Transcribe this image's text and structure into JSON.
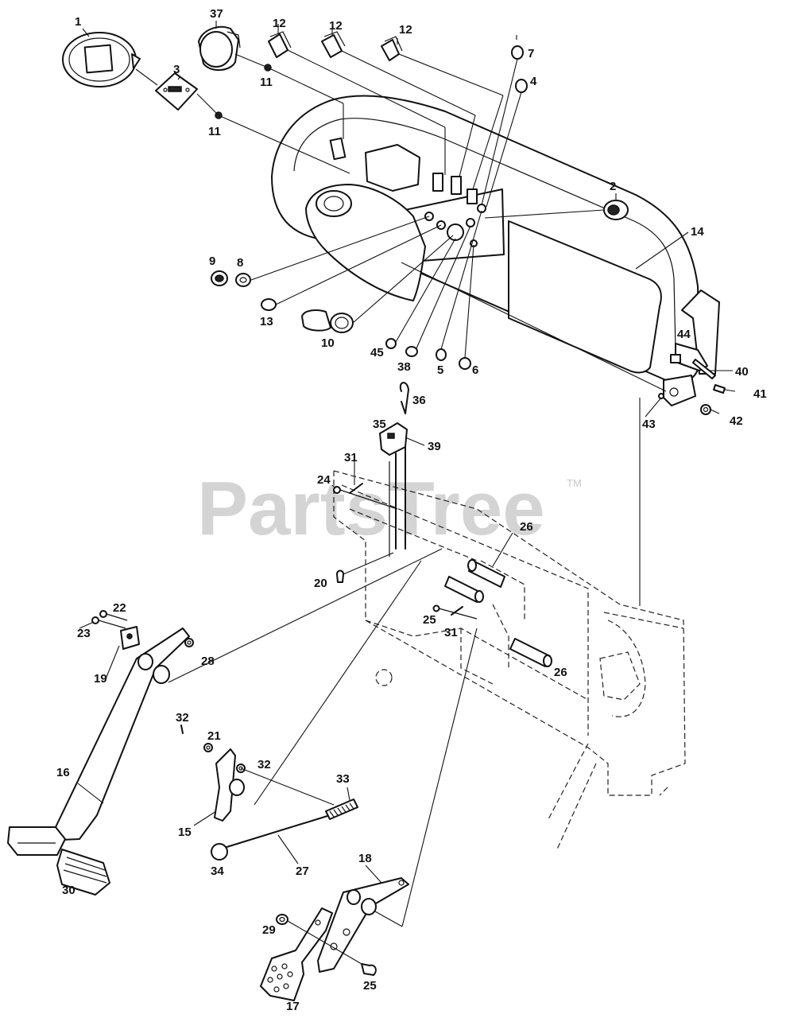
{
  "watermark": {
    "text": "PartsTree",
    "mark": "TM"
  },
  "callouts": [
    {
      "id": "c1",
      "text": "1"
    },
    {
      "id": "c37",
      "text": "37"
    },
    {
      "id": "c12a",
      "text": "12"
    },
    {
      "id": "c12b",
      "text": "12"
    },
    {
      "id": "c12c",
      "text": "12"
    },
    {
      "id": "c7",
      "text": "7"
    },
    {
      "id": "c4",
      "text": "4"
    },
    {
      "id": "c3",
      "text": "3"
    },
    {
      "id": "c11a",
      "text": "11"
    },
    {
      "id": "c11b",
      "text": "11"
    },
    {
      "id": "c2",
      "text": "2"
    },
    {
      "id": "c14",
      "text": "14"
    },
    {
      "id": "c9",
      "text": "9"
    },
    {
      "id": "c8",
      "text": "8"
    },
    {
      "id": "c13",
      "text": "13"
    },
    {
      "id": "c10",
      "text": "10"
    },
    {
      "id": "c45",
      "text": "45"
    },
    {
      "id": "c38",
      "text": "38"
    },
    {
      "id": "c5",
      "text": "5"
    },
    {
      "id": "c6",
      "text": "6"
    },
    {
      "id": "c44",
      "text": "44"
    },
    {
      "id": "c40",
      "text": "40"
    },
    {
      "id": "c41",
      "text": "41"
    },
    {
      "id": "c42",
      "text": "42"
    },
    {
      "id": "c43",
      "text": "43"
    },
    {
      "id": "c36",
      "text": "36"
    },
    {
      "id": "c35",
      "text": "35"
    },
    {
      "id": "c39",
      "text": "39"
    },
    {
      "id": "c31a",
      "text": "31"
    },
    {
      "id": "c24",
      "text": "24"
    },
    {
      "id": "c26a",
      "text": "26"
    },
    {
      "id": "c20",
      "text": "20"
    },
    {
      "id": "c25a",
      "text": "25"
    },
    {
      "id": "c31b",
      "text": "31"
    },
    {
      "id": "c26b",
      "text": "26"
    },
    {
      "id": "c22",
      "text": "22"
    },
    {
      "id": "c23",
      "text": "23"
    },
    {
      "id": "c19",
      "text": "19"
    },
    {
      "id": "c28",
      "text": "28"
    },
    {
      "id": "c32a",
      "text": "32"
    },
    {
      "id": "c21",
      "text": "21"
    },
    {
      "id": "c32b",
      "text": "32"
    },
    {
      "id": "c33",
      "text": "33"
    },
    {
      "id": "c16",
      "text": "16"
    },
    {
      "id": "c15",
      "text": "15"
    },
    {
      "id": "c27",
      "text": "27"
    },
    {
      "id": "c34",
      "text": "34"
    },
    {
      "id": "c30",
      "text": "30"
    },
    {
      "id": "c18",
      "text": "18"
    },
    {
      "id": "c29",
      "text": "29"
    },
    {
      "id": "c25b",
      "text": "25"
    },
    {
      "id": "c17",
      "text": "17"
    }
  ]
}
